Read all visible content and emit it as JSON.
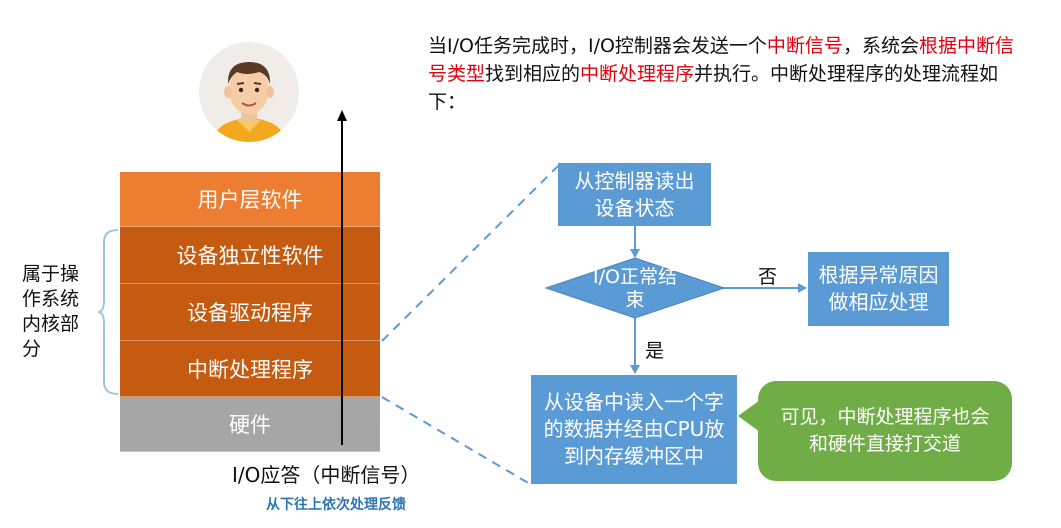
{
  "intro": {
    "p1": "当I/O任务完成时，I/O控制器会发送一个",
    "p2": "中断信号",
    "p3": "，系统会",
    "p4": "根据中断信号类型",
    "p5": "找到相应的",
    "p6": "中断处理程序",
    "p7": "并执行。中断处理程序的处理流程如下："
  },
  "layers": {
    "user": "用户层软件",
    "independent": "设备独立性软件",
    "driver": "设备驱动程序",
    "interrupt": "中断处理程序",
    "hardware": "硬件"
  },
  "side_label": "属于操作系统内核部分",
  "io_response": "I/O应答（中断信号）",
  "bottom_caption": "从下往上依次处理反馈",
  "flow": {
    "read_status": "从控制器读出设备状态",
    "decision": "I/O正常结束",
    "no_label": "否",
    "yes_label": "是",
    "handle_error": "根据异常原因做相应处理",
    "read_data": "从设备中读入一个字的数据并经由CPU放到内存缓冲区中"
  },
  "callout": "可见，中断处理程序也会和硬件直接打交道",
  "colors": {
    "user_layer": "#ed7d31",
    "kernel_layers": "#c55a11",
    "hardware": "#a6a6a6",
    "flow_box": "#5b9bd5",
    "callout": "#70ad47",
    "highlight_text": "#e2000f",
    "caption": "#2e75b6"
  }
}
